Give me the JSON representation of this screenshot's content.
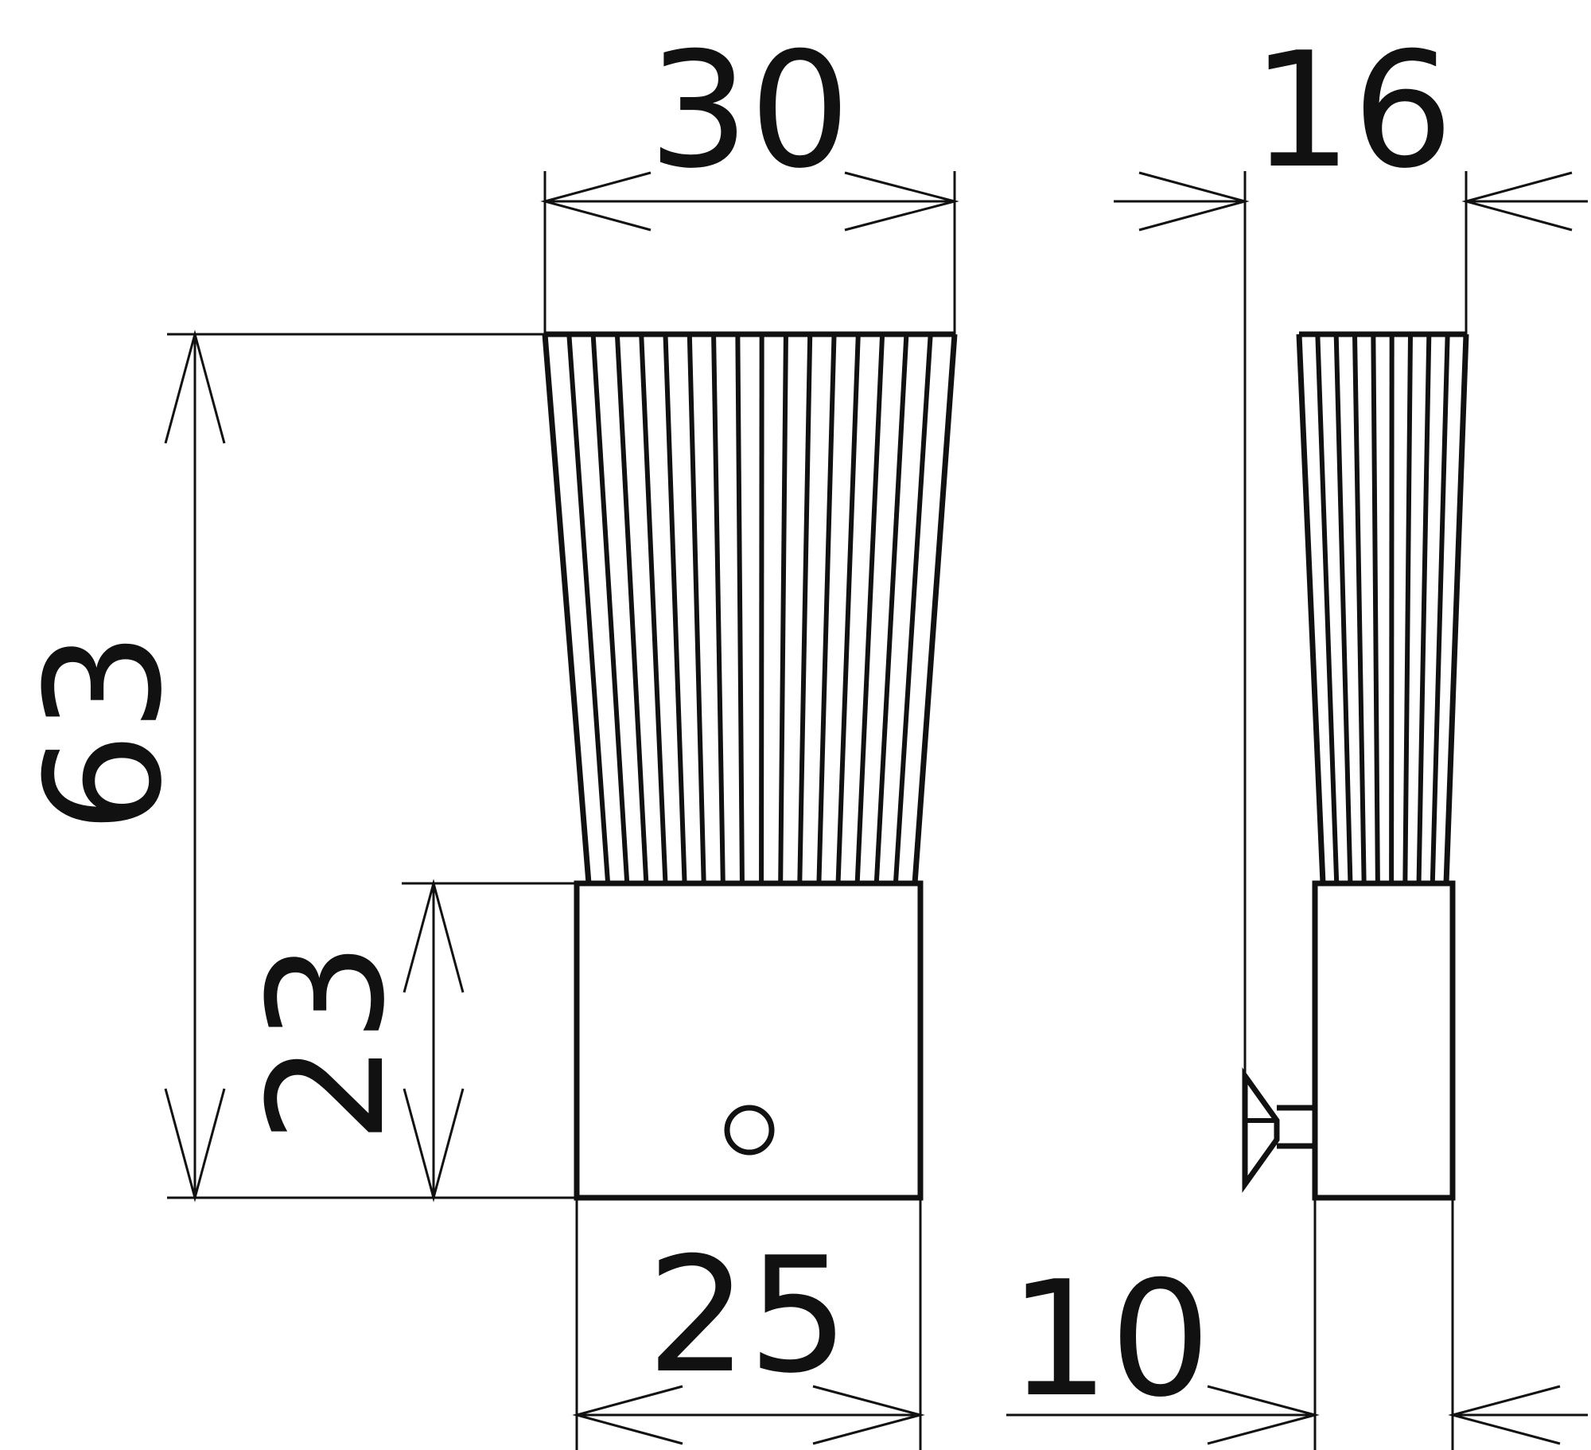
{
  "drawing": {
    "front_view": {
      "overall_width": "30",
      "overall_height": "63",
      "base_height": "23",
      "base_width": "25"
    },
    "side_view": {
      "overall_depth": "16",
      "base_depth": "10"
    },
    "line_color": "#111111",
    "background_color": "#ffffff"
  }
}
